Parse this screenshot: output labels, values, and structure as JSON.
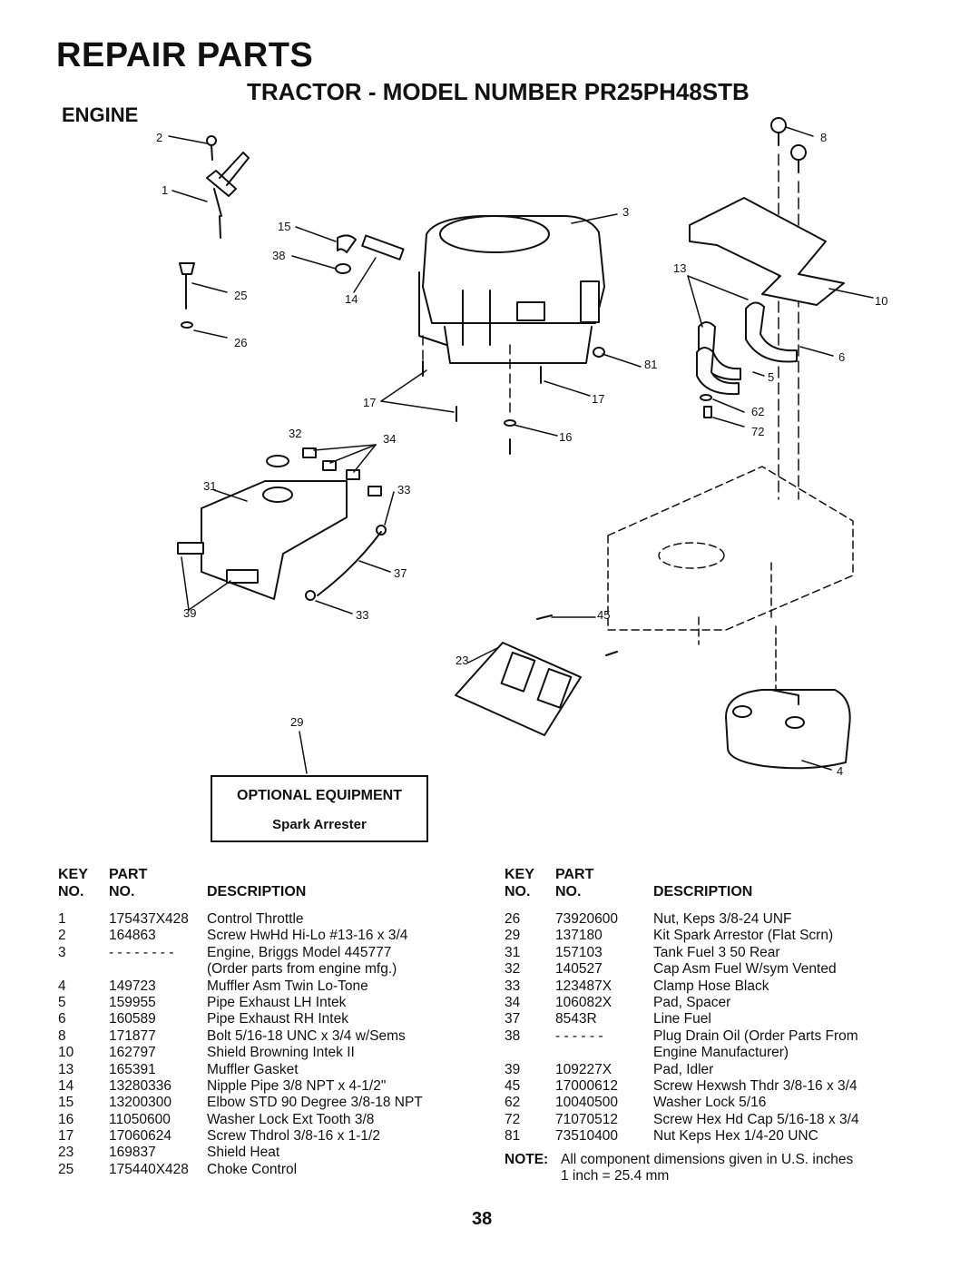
{
  "header": {
    "title": "REPAIR PARTS",
    "subtitle": "TRACTOR - MODEL NUMBER PR25PH48STB",
    "section": "ENGINE"
  },
  "diagram": {
    "callouts": [
      "1",
      "2",
      "3",
      "4",
      "5",
      "6",
      "8",
      "10",
      "13",
      "14",
      "15",
      "16",
      "17",
      "17",
      "23",
      "25",
      "26",
      "29",
      "31",
      "32",
      "33",
      "33",
      "34",
      "37",
      "38",
      "39",
      "45",
      "62",
      "72",
      "81"
    ],
    "optional_box": {
      "title": "OPTIONAL EQUIPMENT",
      "item": "Spark Arrester"
    }
  },
  "table_headers": {
    "key_top": "KEY",
    "key_bottom": "NO.",
    "part_top": "PART",
    "part_bottom": "NO.",
    "description": "DESCRIPTION"
  },
  "parts_left": [
    {
      "key": "1",
      "part": "175437X428",
      "desc": "Control Throttle"
    },
    {
      "key": "2",
      "part": "164863",
      "desc": "Screw HwHd Hi-Lo #13-16 x 3/4"
    },
    {
      "key": "3",
      "part": "- - - - - - - -",
      "desc": "Engine, Briggs Model 445777"
    },
    {
      "key": "",
      "part": "",
      "desc": "(Order  parts from engine mfg.)"
    },
    {
      "key": "4",
      "part": "149723",
      "desc": "Muffler Asm Twin Lo-Tone"
    },
    {
      "key": "5",
      "part": "159955",
      "desc": "Pipe Exhaust LH Intek"
    },
    {
      "key": "6",
      "part": "160589",
      "desc": "Pipe Exhaust RH Intek"
    },
    {
      "key": "8",
      "part": "171877",
      "desc": "Bolt 5/16-18 UNC x 3/4 w/Sems"
    },
    {
      "key": "10",
      "part": "162797",
      "desc": "Shield Browning Intek II"
    },
    {
      "key": "13",
      "part": "165391",
      "desc": "Muffler Gasket"
    },
    {
      "key": "14",
      "part": "13280336",
      "desc": "Nipple Pipe 3/8 NPT x 4-1/2\""
    },
    {
      "key": "15",
      "part": "13200300",
      "desc": "Elbow STD 90 Degree 3/8-18 NPT"
    },
    {
      "key": "16",
      "part": "11050600",
      "desc": "Washer Lock Ext Tooth 3/8"
    },
    {
      "key": "17",
      "part": "17060624",
      "desc": "Screw Thdrol 3/8-16 x 1-1/2"
    },
    {
      "key": "23",
      "part": "169837",
      "desc": "Shield Heat"
    },
    {
      "key": "25",
      "part": "175440X428",
      "desc": "Choke Control"
    }
  ],
  "parts_right": [
    {
      "key": "26",
      "part": "73920600",
      "desc": "Nut, Keps 3/8-24 UNF"
    },
    {
      "key": "29",
      "part": "137180",
      "desc": "Kit Spark Arrestor (Flat Scrn)"
    },
    {
      "key": "31",
      "part": "157103",
      "desc": "Tank Fuel 3 50 Rear"
    },
    {
      "key": "32",
      "part": "140527",
      "desc": "Cap Asm Fuel W/sym Vented"
    },
    {
      "key": "33",
      "part": "123487X",
      "desc": "Clamp Hose Black"
    },
    {
      "key": "34",
      "part": "106082X",
      "desc": "Pad, Spacer"
    },
    {
      "key": "37",
      "part": "8543R",
      "desc": "Line Fuel"
    },
    {
      "key": "38",
      "part": "- - - - - -",
      "desc": "Plug Drain Oil (Order Parts From"
    },
    {
      "key": "",
      "part": "",
      "desc": "Engine Manufacturer)"
    },
    {
      "key": "39",
      "part": "109227X",
      "desc": "Pad, Idler"
    },
    {
      "key": "45",
      "part": "17000612",
      "desc": "Screw Hexwsh Thdr 3/8-16 x 3/4"
    },
    {
      "key": "62",
      "part": "10040500",
      "desc": "Washer Lock  5/16"
    },
    {
      "key": "72",
      "part": "71070512",
      "desc": "Screw Hex Hd Cap  5/16-18 x 3/4"
    },
    {
      "key": "81",
      "part": "73510400",
      "desc": "Nut Keps Hex 1/4-20 UNC"
    }
  ],
  "note": {
    "label": "NOTE:",
    "line1": "All component dimensions given in U.S. inches",
    "line2": "1 inch = 25.4 mm"
  },
  "page_number": "38"
}
